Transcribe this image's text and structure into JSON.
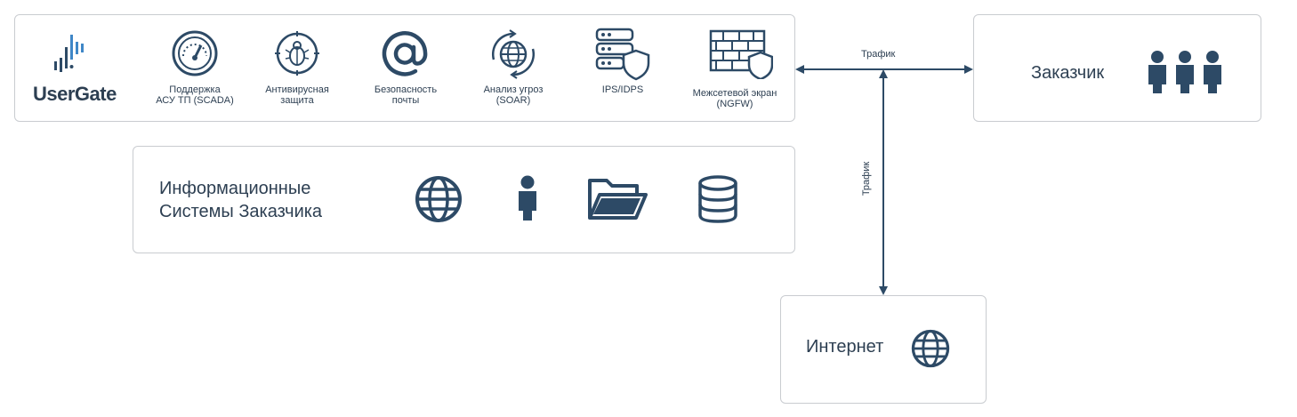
{
  "colors": {
    "icon": "#2d4a66",
    "border": "#c9ccd0",
    "text": "#2d3f52",
    "accent": "#3f87c7"
  },
  "usergate_panel": {
    "logo": {
      "text": "UserGate",
      "icon": "usergate-bars-icon"
    },
    "features": [
      {
        "icon": "gauge-icon",
        "line1": "Поддержка",
        "line2": "АСУ ТП (SCADA)"
      },
      {
        "icon": "bug-icon",
        "line1": "Антивирусная",
        "line2": "защита"
      },
      {
        "icon": "at-icon",
        "line1": "Безопасность",
        "line2": "почты"
      },
      {
        "icon": "globe-refresh-icon",
        "line1": "Анализ угроз",
        "line2": "(SOAR)"
      },
      {
        "icon": "server-shield-icon",
        "line1": "IPS/IDPS",
        "line2": ""
      },
      {
        "icon": "firewall-icon",
        "line1": "Межсетевой экран",
        "line2": "(NGFW)"
      }
    ]
  },
  "info_systems": {
    "line1": "Информационные",
    "line2": "Системы Заказчика",
    "icons": [
      "globe-icon",
      "person-icon",
      "folder-icon",
      "database-icon"
    ]
  },
  "customer": {
    "label": "Заказчик",
    "icon": "people-icon"
  },
  "internet": {
    "label": "Интернет",
    "icon": "globe-icon"
  },
  "traffic": {
    "horizontal_label": "Трафик",
    "vertical_label": "Трафик"
  }
}
